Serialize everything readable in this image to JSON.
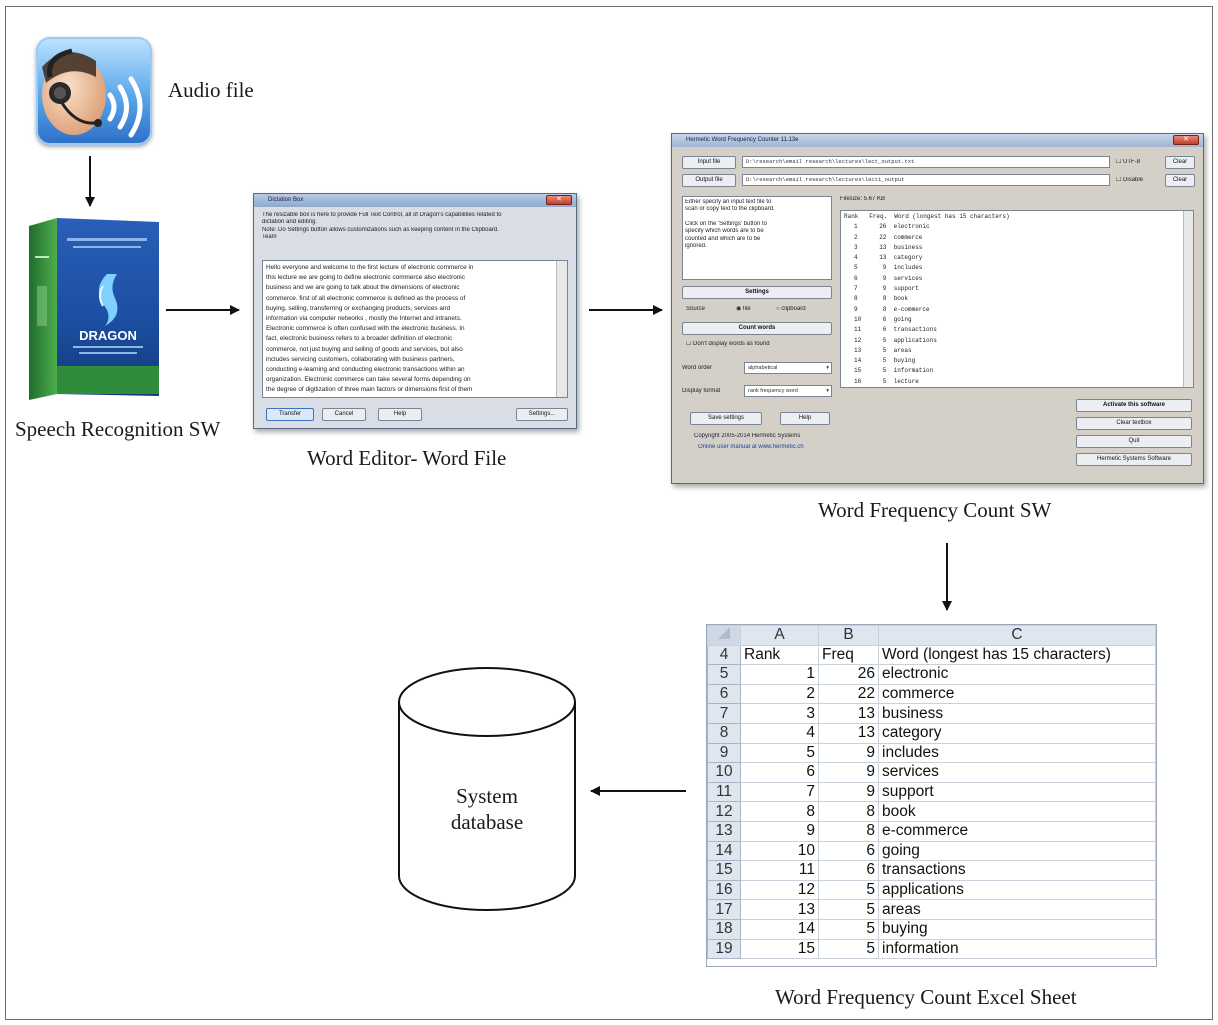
{
  "labels": {
    "audio_file": "Audio file",
    "speech_sw": "Speech Recognition SW",
    "word_editor": "Word Editor- Word File",
    "wfc_sw": "Word Frequency Count SW",
    "excel_sheet": "Word Frequency Count Excel Sheet",
    "db_line1": "System",
    "db_line2": "database"
  },
  "dragon_box": {
    "brand": "DRAGON"
  },
  "dictation_box": {
    "title": "Dictation Box",
    "intro": [
      "The resizable box is here to provide Full Text Control, all of Dragon's capabilities related to",
      "dictation and editing.",
      "Note: Do Settings button allows customizations such as keeping content in the Clipboard.",
      "Team"
    ],
    "body": [
      "Hello everyone and welcome to the first lecture of electronic commerce in",
      "this lecture we are going to define electronic commerce also electronic",
      "business and we are going to talk about the dimensions of electronic",
      "commerce. first of all electronic commerce is defined as the process of",
      "buying, selling, transferring or exchanging products, services and",
      "information via computer networks , mostly the Internet and intranets.",
      "Electronic commerce is often confused with the electronic business. In",
      "fact, electronic business refers to a broader definition of electronic",
      "commerce, not just buying and selling of goods and services, but also",
      "includes servicing customers, collaborating with business partners,",
      "conducting e-learning and conducting electronic transactions within an",
      "organization. Electronic commerce can take several forms depending on",
      "the degree of digitization of three main factors or dimensions first of them"
    ],
    "buttons": {
      "transfer": "Transfer",
      "cancel": "Cancel",
      "help": "Help",
      "settings": "Settings..."
    }
  },
  "wfc_window": {
    "title": "Hermetic Word Frequency Counter 11.13e",
    "input_btn": "Input file",
    "output_btn": "Output file",
    "input_path": "D:\\research\\email research\\lectures\\lect_output.txt",
    "output_path": "D:\\research\\email research\\lectures\\lect1_output",
    "utf8": "UTF-8",
    "disable": "Disable",
    "clear1": "Clear",
    "clear2": "Clear",
    "instructions": [
      "Either specify an input text file to",
      "scan or copy text to the clipboard.",
      "",
      "Click on the 'Settings' button to",
      "specify which words are to be",
      "counted and which are to be",
      "ignored."
    ],
    "settings_btn": "Settings",
    "source_label": "Source",
    "source_file": "file",
    "source_clipboard": "clipboard",
    "count_btn": "Count words",
    "dont_display": "Don't display words as found",
    "word_order_label": "Word order",
    "word_order_value": "alphabetical",
    "display_format_label": "Display format",
    "display_format_value": "rank frequency word",
    "save_settings": "Save settings",
    "help": "Help",
    "copyright": "Copyright 2005-2014 Hermetic Systems",
    "manual": "Online user manual at www.hermetic.ch",
    "filesize": "Filesize: 5.67 KB",
    "results_header": "Rank   Freq.  Word (longest has 15 characters)",
    "results": [
      "1      26  electronic",
      "2      22  commerce",
      "3      13  business",
      "4      13  category",
      "5       9  includes",
      "6       9  services",
      "7       9  support",
      "8       8  book",
      "9       8  e-commerce",
      "10      6  going",
      "11      6  transactions",
      "12      5  applications",
      "13      5  areas",
      "14      5  buying",
      "15      5  information",
      "16      5  lecture"
    ],
    "activate": "Activate this software",
    "clear_textbox": "Clear textbox",
    "quit": "Quit",
    "hermetic_sw": "Hermetic Systems Software"
  },
  "excel": {
    "columns": [
      "A",
      "B",
      "C"
    ],
    "header_row": {
      "row": "4",
      "a": "Rank",
      "b": "Freq",
      "c": "Word (longest has 15 characters)"
    },
    "rows": [
      {
        "row": "5",
        "rank": "1",
        "freq": "26",
        "word": "electronic"
      },
      {
        "row": "6",
        "rank": "2",
        "freq": "22",
        "word": "commerce"
      },
      {
        "row": "7",
        "rank": "3",
        "freq": "13",
        "word": "business"
      },
      {
        "row": "8",
        "rank": "4",
        "freq": "13",
        "word": "category"
      },
      {
        "row": "9",
        "rank": "5",
        "freq": "9",
        "word": "includes"
      },
      {
        "row": "10",
        "rank": "6",
        "freq": "9",
        "word": "services"
      },
      {
        "row": "11",
        "rank": "7",
        "freq": "9",
        "word": "support"
      },
      {
        "row": "12",
        "rank": "8",
        "freq": "8",
        "word": "book"
      },
      {
        "row": "13",
        "rank": "9",
        "freq": "8",
        "word": "e-commerce"
      },
      {
        "row": "14",
        "rank": "10",
        "freq": "6",
        "word": "going"
      },
      {
        "row": "15",
        "rank": "11",
        "freq": "6",
        "word": "transactions"
      },
      {
        "row": "16",
        "rank": "12",
        "freq": "5",
        "word": "applications"
      },
      {
        "row": "17",
        "rank": "13",
        "freq": "5",
        "word": "areas"
      },
      {
        "row": "18",
        "rank": "14",
        "freq": "5",
        "word": "buying"
      },
      {
        "row": "19",
        "rank": "15",
        "freq": "5",
        "word": "information"
      }
    ]
  },
  "colors": {
    "frame": "#6d6d6d",
    "excel_header": "#dfe6f0",
    "window_face": "#d8dde6",
    "dragon_blue": "#1c4fa3",
    "dragon_green": "#2f8c3a"
  },
  "icons": [
    "headset-audio-icon",
    "dragon-software-box",
    "database-cylinder-icon"
  ]
}
